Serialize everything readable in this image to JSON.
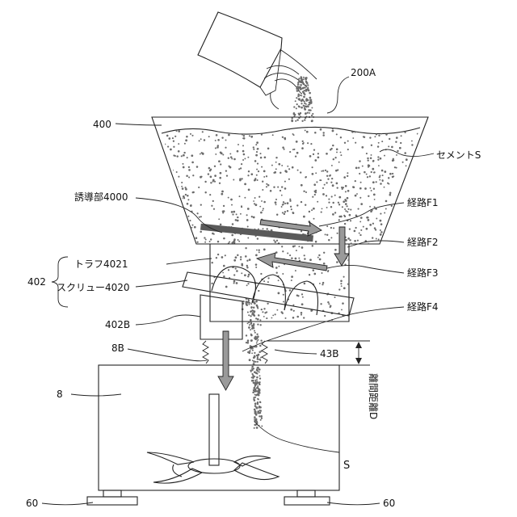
{
  "labels": {
    "bag": "200A",
    "hopper": "400",
    "cement": "セメントS",
    "guide": "誘導部4000",
    "path_f1": "経路F1",
    "path_f2": "経路F2",
    "path_f3": "経路F3",
    "path_f4": "経路F4",
    "group": "402",
    "trough": "トラフ4021",
    "screw": "スクリュー4020",
    "outlet": "402B",
    "bellows_top": "8B",
    "bellows_side": "43B",
    "distance": "離間距離D",
    "mixer": "8",
    "material": "S",
    "foot_left": "60",
    "foot_right": "60"
  },
  "colors": {
    "line": "#222222",
    "particle": "#6b6b6b",
    "arrow_fill": "#9a9a9a",
    "guide_bar": "#5a5a5a"
  }
}
